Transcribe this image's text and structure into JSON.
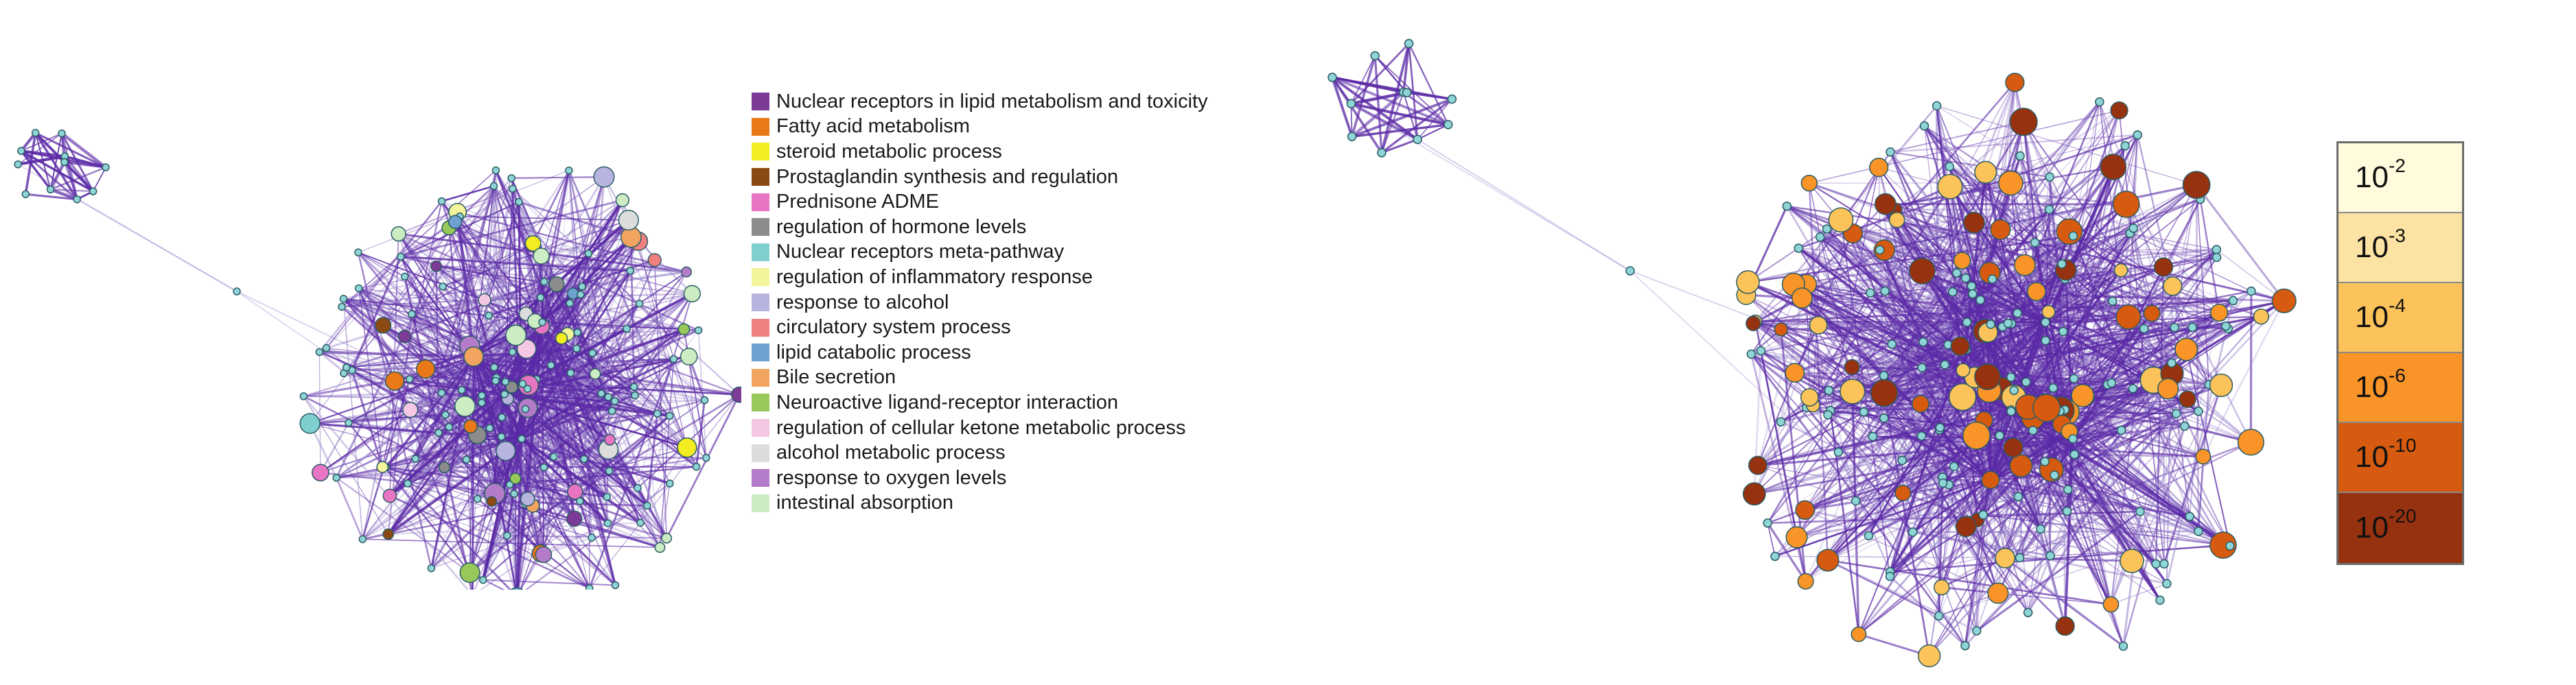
{
  "legend": {
    "items": [
      {
        "label": "Nuclear receptors in lipid metabolism and toxicity",
        "color": "#7b3b96"
      },
      {
        "label": "Fatty acid metabolism",
        "color": "#e87818"
      },
      {
        "label": "steroid metabolic process",
        "color": "#f2ec20"
      },
      {
        "label": "Prostaglandin synthesis and regulation",
        "color": "#8b4a14"
      },
      {
        "label": "Prednisone ADME",
        "color": "#e874c4"
      },
      {
        "label": "regulation of hormone levels",
        "color": "#8c8c8c"
      },
      {
        "label": "Nuclear receptors meta-pathway",
        "color": "#7ecfce"
      },
      {
        "label": "regulation of inflammatory response",
        "color": "#f4f49a"
      },
      {
        "label": "response to alcohol",
        "color": "#b8b4e0"
      },
      {
        "label": "circulatory system process",
        "color": "#f08080"
      },
      {
        "label": "lipid catabolic process",
        "color": "#6ea0d0"
      },
      {
        "label": "Bile secretion",
        "color": "#f0a460"
      },
      {
        "label": "Neuroactive ligand-receptor interaction",
        "color": "#98c85a"
      },
      {
        "label": "regulation of cellular ketone metabolic process",
        "color": "#f4c8e4"
      },
      {
        "label": "alcohol metabolic process",
        "color": "#dcdcdc"
      },
      {
        "label": "response to oxygen levels",
        "color": "#b47cc8"
      },
      {
        "label": "intestinal absorption",
        "color": "#ccecc4"
      }
    ]
  },
  "pvalue_scale": {
    "levels": [
      {
        "base": "10",
        "exp": "-2",
        "color": "#fffbdc"
      },
      {
        "base": "10",
        "exp": "-3",
        "color": "#fde3a3"
      },
      {
        "base": "10",
        "exp": "-4",
        "color": "#fcc35a"
      },
      {
        "base": "10",
        "exp": "-6",
        "color": "#f89428"
      },
      {
        "base": "10",
        "exp": "-10",
        "color": "#d65b10"
      },
      {
        "base": "10",
        "exp": "-20",
        "color": "#973210"
      }
    ]
  },
  "colors": {
    "edge": "#5b2aa6",
    "edge_light": "#9a86cc",
    "node_default": "#8fd4d6",
    "node_stroke": "#2a5c64"
  }
}
